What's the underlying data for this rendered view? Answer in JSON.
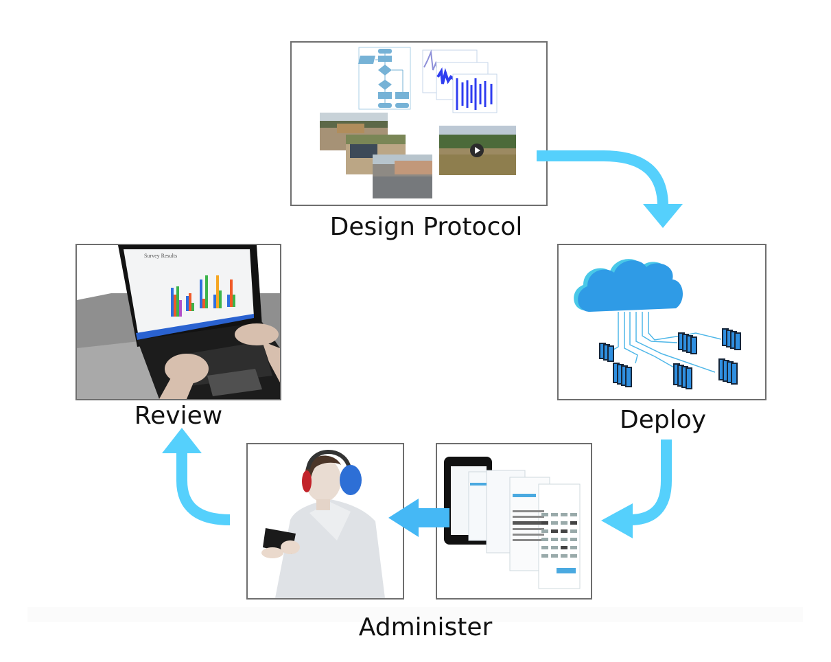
{
  "diagram": {
    "type": "cyclic-workflow",
    "colors": {
      "arrow": "#55d0fc",
      "arrow_straight": "#45b8f5",
      "frame_border": "#6e6e6e",
      "cloud": "#2f9be6",
      "server": "#2f8fe0",
      "label_text": "#111111"
    },
    "stages": [
      {
        "id": "design-protocol",
        "label": "Design Protocol",
        "illustration": "flowchart, audio waveforms, field photos and video clip",
        "video_icon": "play-icon"
      },
      {
        "id": "deploy",
        "label": "Deploy",
        "illustration": "cloud connected to server racks"
      },
      {
        "id": "administer",
        "label": "Administer",
        "illustration_left": "person wearing headphones using a tablet",
        "illustration_right": "tablet with stacked survey screens"
      },
      {
        "id": "review",
        "label": "Review",
        "illustration": "laptop showing survey results bar chart",
        "screen_title": "Survey Results",
        "screen_chart_series_colors": [
          "#2f6fe0",
          "#f05a28",
          "#f5a623",
          "#3cb44b",
          "#b34fc9"
        ]
      }
    ],
    "flow": [
      {
        "from": "design-protocol",
        "to": "deploy",
        "arrow": "curved-right-down"
      },
      {
        "from": "deploy",
        "to": "administer",
        "arrow": "curved-down-left"
      },
      {
        "from": "administer-screens",
        "to": "administer-person",
        "arrow": "straight-left"
      },
      {
        "from": "administer",
        "to": "review",
        "arrow": "curved-left-up"
      }
    ]
  }
}
